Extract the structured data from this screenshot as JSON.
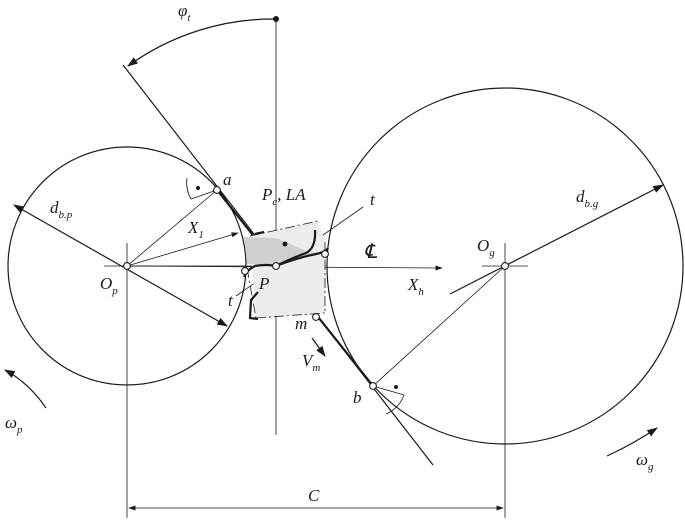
{
  "labels": {
    "phi_t": {
      "main": "φ",
      "sub": "t"
    },
    "a": "a",
    "b": "b",
    "m": "m",
    "P": "P",
    "Pc_LA": {
      "p": "P",
      "sub": "c",
      "rest": ", LA"
    },
    "t_upper": "t",
    "t_lower": "t",
    "X1": {
      "main": "X",
      "sub": "1"
    },
    "Xh": {
      "main": "X",
      "sub": "h"
    },
    "Op": {
      "main": "O",
      "sub": "p"
    },
    "Og": {
      "main": "O",
      "sub": "g"
    },
    "dbp": {
      "main": "d",
      "sub": "b.p"
    },
    "dbg": {
      "main": "d",
      "sub": "b.g"
    },
    "Vm": {
      "main": "V",
      "sub": "m"
    },
    "omega_p": {
      "main": "ω",
      "sub": "p"
    },
    "omega_g": {
      "main": "ω",
      "sub": "g"
    },
    "CL": "℄",
    "C": "C"
  }
}
